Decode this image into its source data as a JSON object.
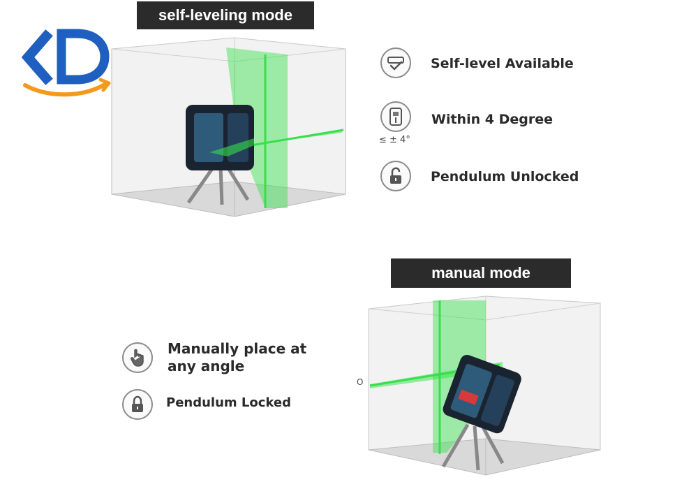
{
  "brand": {
    "logo_icon": "kd-logo",
    "accent_color": "#f39a1e",
    "primary_color": "#1f5fbf"
  },
  "self_leveling": {
    "title": "self-leveling mode",
    "features": [
      {
        "icon": "self-level-icon",
        "label": "Self-level Available"
      },
      {
        "icon": "tilt-degree-icon",
        "label": "Within 4 Degree",
        "sub": "≤ ± 4°"
      },
      {
        "icon": "unlocked-padlock-icon",
        "label": "Pendulum Unlocked"
      }
    ]
  },
  "manual": {
    "title": "manual mode",
    "features": [
      {
        "icon": "hand-pointer-icon",
        "label_line1": "Manually place at",
        "label_line2": "any angle"
      },
      {
        "icon": "locked-padlock-icon",
        "label": "Pendulum Locked"
      }
    ],
    "angle_marker": "O"
  },
  "colors": {
    "laser_green": "#35e04a",
    "device_body": "#1a2330",
    "device_panel": "#2f5b7a",
    "banner_bg": "#2b2b2b"
  }
}
